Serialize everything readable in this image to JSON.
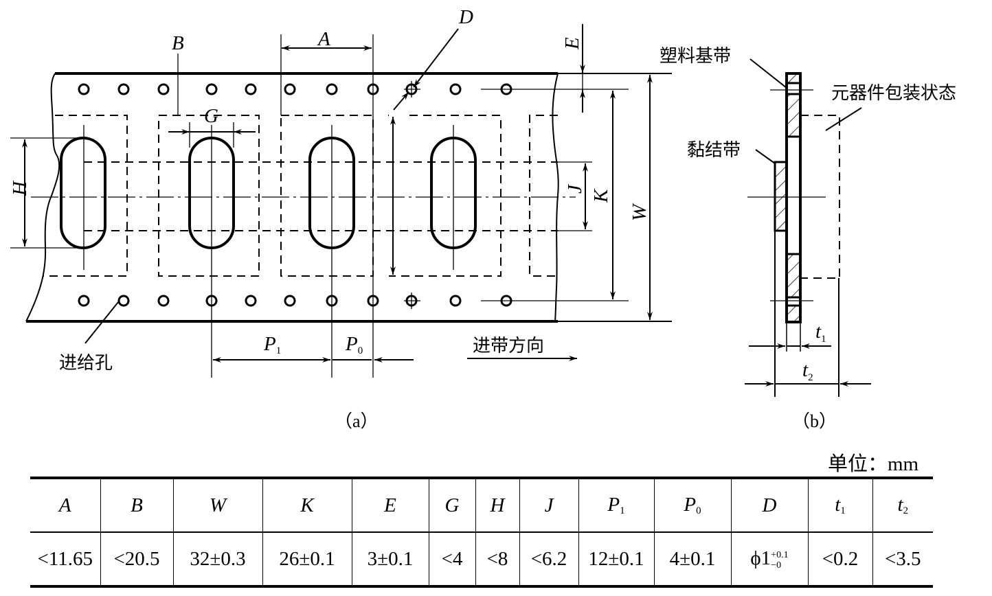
{
  "figure_a": {
    "caption": "（a）",
    "labels": {
      "A": "A",
      "B": "B",
      "D": "D",
      "E": "E",
      "G": "G",
      "H": "H",
      "J": "J",
      "K": "K",
      "W": "W",
      "P1": "P",
      "P1_sub": "1",
      "P0": "P",
      "P0_sub": "0"
    },
    "feed_hole_label": "进给孔",
    "direction_label": "进带方向"
  },
  "figure_b": {
    "caption": "（b）",
    "plastic_base_label": "塑料基带",
    "adhesive_label": "黏结带",
    "component_label": "元器件包装状态",
    "t1": "t",
    "t1_sub": "1",
    "t2": "t",
    "t2_sub": "2"
  },
  "table": {
    "unit": "单位：mm",
    "headers": [
      {
        "main": "A",
        "sub": ""
      },
      {
        "main": "B",
        "sub": ""
      },
      {
        "main": "W",
        "sub": ""
      },
      {
        "main": "K",
        "sub": ""
      },
      {
        "main": "E",
        "sub": ""
      },
      {
        "main": "G",
        "sub": ""
      },
      {
        "main": "H",
        "sub": ""
      },
      {
        "main": "J",
        "sub": ""
      },
      {
        "main": "P",
        "sub": "1"
      },
      {
        "main": "P",
        "sub": "0"
      },
      {
        "main": "D",
        "sub": ""
      },
      {
        "main": "t",
        "sub": "1"
      },
      {
        "main": "t",
        "sub": "2"
      }
    ],
    "values": [
      "<11.65",
      "<20.5",
      "32±0.3",
      "26±0.1",
      "3±0.1",
      "<4",
      "<8",
      "<6.2",
      "12±0.1",
      "4±0.1",
      "ϕ1",
      "<0.2",
      "<3.5"
    ],
    "d_tolerance_upper": "+0.1",
    "d_tolerance_lower": "−0"
  }
}
